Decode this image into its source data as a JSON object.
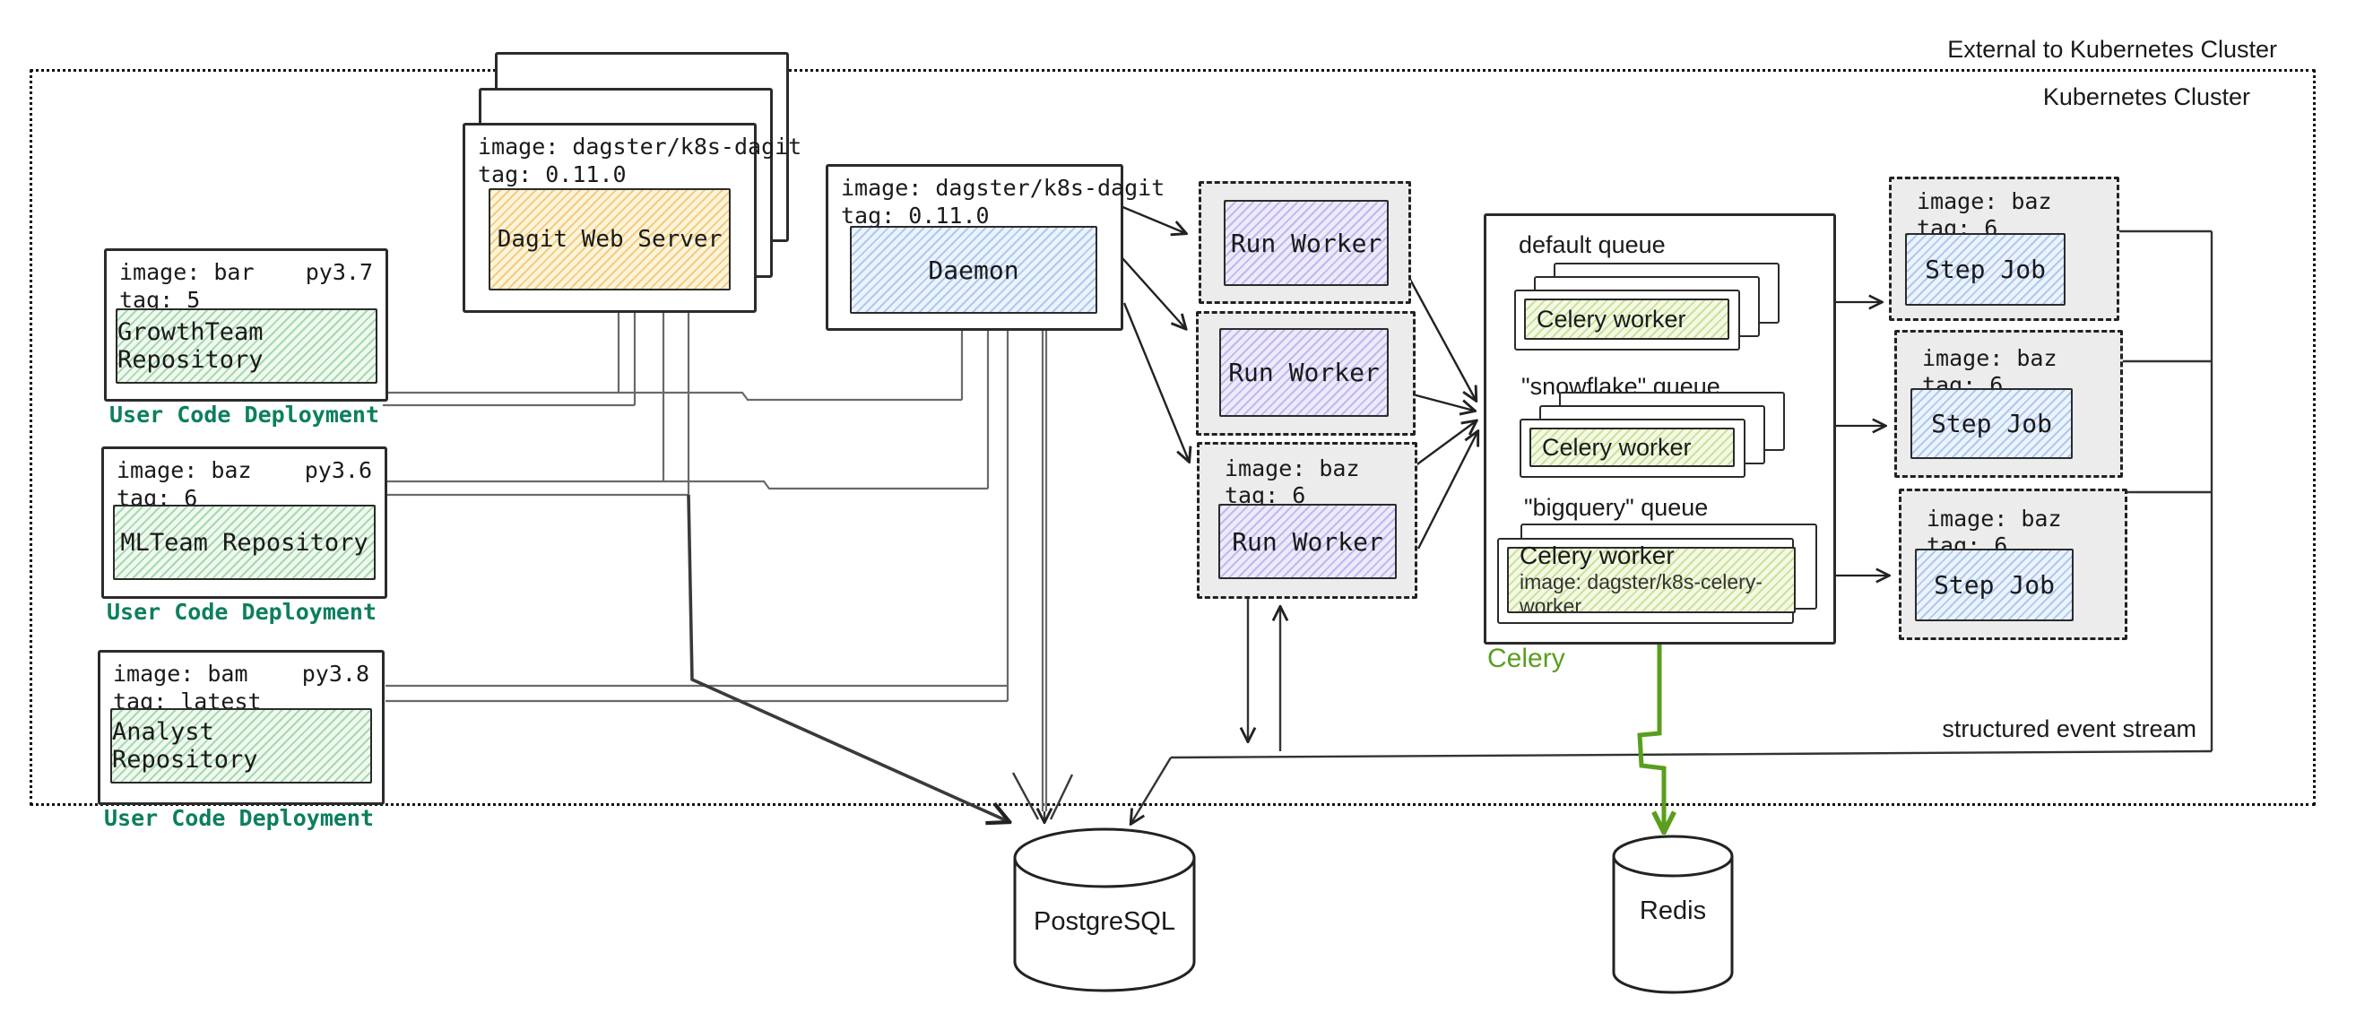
{
  "labels": {
    "external": "External to Kubernetes Cluster",
    "cluster": "Kubernetes Cluster",
    "event_stream": "structured event stream",
    "celery": "Celery",
    "postgres": "PostgreSQL",
    "redis": "Redis"
  },
  "repos": [
    {
      "image": "image: bar",
      "py": "py3.7",
      "tag": "tag: 5",
      "label": "GrowthTeam Repository",
      "caption": "User Code Deployment"
    },
    {
      "image": "image: baz",
      "py": "py3.6",
      "tag": "tag: 6",
      "label": "MLTeam Repository",
      "caption": "User Code Deployment"
    },
    {
      "image": "image: bam",
      "py": "py3.8",
      "tag": "tag: latest",
      "label": "Analyst Repository",
      "caption": "User Code Deployment"
    }
  ],
  "dagit": {
    "image": "image: dagster/k8s-dagit",
    "tag": "tag: 0.11.0",
    "label": "Dagit Web Server"
  },
  "daemon": {
    "image": "image: dagster/k8s-dagit",
    "tag": "tag: 0.11.0",
    "label": "Daemon"
  },
  "run_workers": [
    {
      "label": "Run Worker"
    },
    {
      "label": "Run Worker"
    },
    {
      "image": "image: baz",
      "tag": "tag: 6",
      "label": "Run Worker"
    }
  ],
  "queues": [
    {
      "title": "default queue",
      "worker": "Celery worker"
    },
    {
      "title": "\"snowflake\" queue",
      "worker": "Celery worker"
    },
    {
      "title": "\"bigquery\" queue",
      "worker": "Celery worker",
      "worker_image": "image: dagster/k8s-celery-worker"
    }
  ],
  "step_jobs": [
    {
      "image": "image: baz",
      "tag": "tag: 6",
      "label": "Step Job"
    },
    {
      "image": "image: baz",
      "tag": "tag: 6",
      "label": "Step Job"
    },
    {
      "image": "image: baz",
      "tag": "tag: 6",
      "label": "Step Job"
    }
  ],
  "colors": {
    "caption_teal": "#0c7f5e",
    "celery_green": "#5a9e1e",
    "repo_hatch": "#6abf7b",
    "dagit_hatch": "#ecb248",
    "daemon_hatch": "#7aa7e7",
    "run_worker_hatch": "#9684e8",
    "celery_worker_hatch": "#a7ce61"
  }
}
